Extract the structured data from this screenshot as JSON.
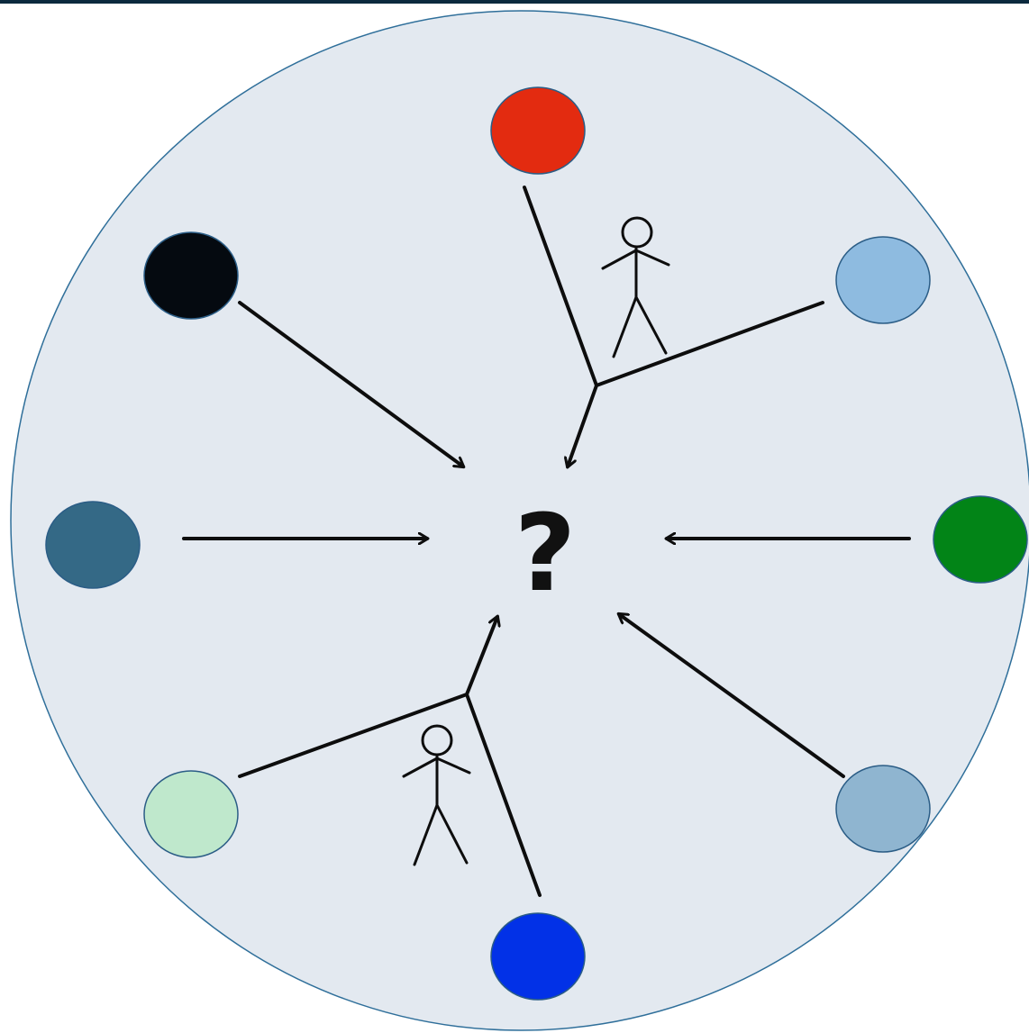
{
  "diagram": {
    "center_label": "?",
    "colors": {
      "background_circle": "#e3e9f0",
      "background_stroke": "#2f6f9a",
      "line": "#0d0d0d",
      "node_outline": "#2b5d86"
    },
    "nodes": [
      {
        "id": "red",
        "color": "#e32b10"
      },
      {
        "id": "light-blue",
        "color": "#8ebbe0"
      },
      {
        "id": "green",
        "color": "#028417"
      },
      {
        "id": "steel-blue",
        "color": "#8fb5d0"
      },
      {
        "id": "blue",
        "color": "#0231e7"
      },
      {
        "id": "mint",
        "color": "#bfe8cc"
      },
      {
        "id": "slate-blue",
        "color": "#346986"
      },
      {
        "id": "black",
        "color": "#050a10"
      }
    ],
    "icons": [
      "stick-figure-icon",
      "stick-figure-icon"
    ]
  }
}
